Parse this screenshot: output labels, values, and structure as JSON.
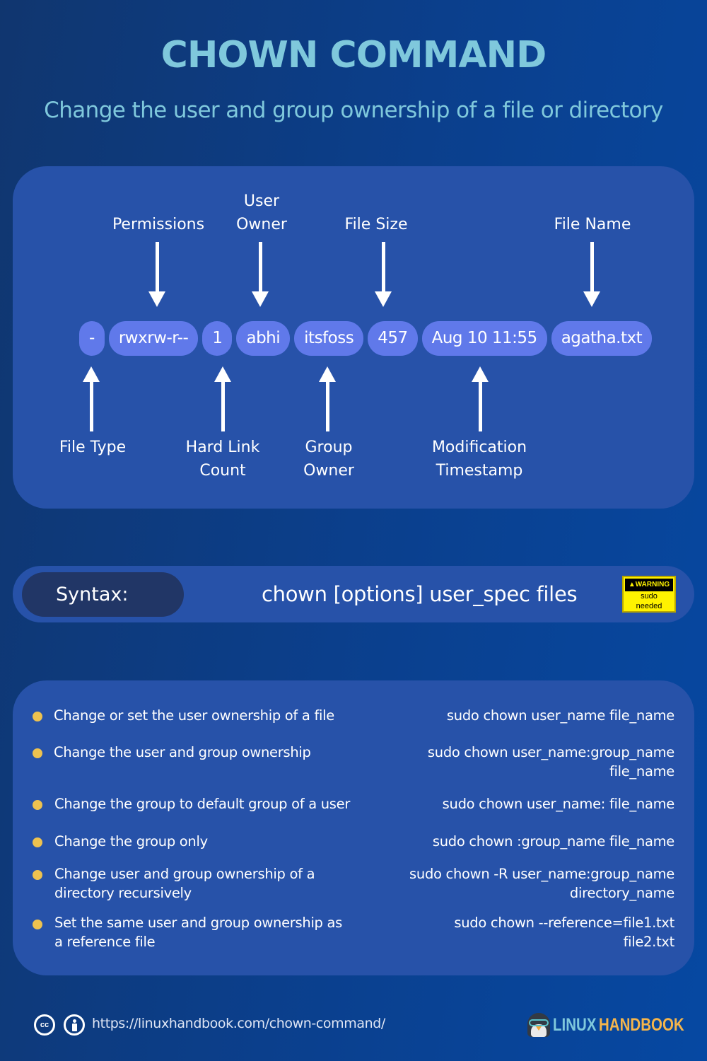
{
  "header": {
    "title": "CHOWN COMMAND",
    "subtitle": "Change the user and group ownership of a file or directory"
  },
  "diagram": {
    "pills": [
      "-",
      "rwxrw-r--",
      "1",
      "abhi",
      "itsfoss",
      "457",
      "Aug 10 11:55",
      "agatha.txt"
    ],
    "top_labels": {
      "permissions": "Permissions",
      "user_owner_1": "User",
      "user_owner_2": "Owner",
      "file_size": "File Size",
      "file_name": "File Name"
    },
    "bottom_labels": {
      "file_type": "File Type",
      "hard_link_1": "Hard Link",
      "hard_link_2": "Count",
      "group_owner_1": "Group",
      "group_owner_2": "Owner",
      "modification_1": "Modification",
      "modification_2": "Timestamp"
    }
  },
  "syntax": {
    "label": "Syntax:",
    "command": "chown [options] user_spec files",
    "warning": {
      "title": "WARNING",
      "line1": "sudo",
      "line2": "needed"
    }
  },
  "usage": [
    {
      "description": [
        "Change or set the user ownership of a file"
      ],
      "command": [
        "sudo chown user_name file_name"
      ]
    },
    {
      "description": [
        "Change the user and group ownership"
      ],
      "command": [
        "sudo chown user_name:group_name",
        "file_name"
      ]
    },
    {
      "description": [
        "Change the group to default group of a user"
      ],
      "command": [
        "sudo chown user_name: file_name"
      ]
    },
    {
      "description": [
        "Change the group only"
      ],
      "command": [
        "sudo chown :group_name file_name"
      ]
    },
    {
      "description": [
        "Change user and group ownership of a",
        "directory recursively"
      ],
      "command": [
        "sudo chown -R user_name:group_name",
        "directory_name"
      ]
    },
    {
      "description": [
        "Set the same user and group ownership as",
        "a reference file"
      ],
      "command": [
        "sudo chown --reference=file1.txt",
        "file2.txt"
      ]
    }
  ],
  "footer": {
    "cc_icon_text": "cc",
    "url": "https://linuxhandbook.com/chown-command/",
    "brand_part1": "LINUX",
    "brand_part2": "HANDBOOK"
  },
  "colors": {
    "title": "#7fc8dc",
    "panel": "#2752a9",
    "pill": "#6079ea",
    "syntax_label_bg": "#213666",
    "bullet": "#eec24f",
    "warning_bg": "#fff200",
    "brand_linux": "#7fc8dc",
    "brand_handbook": "#f5b54b"
  }
}
